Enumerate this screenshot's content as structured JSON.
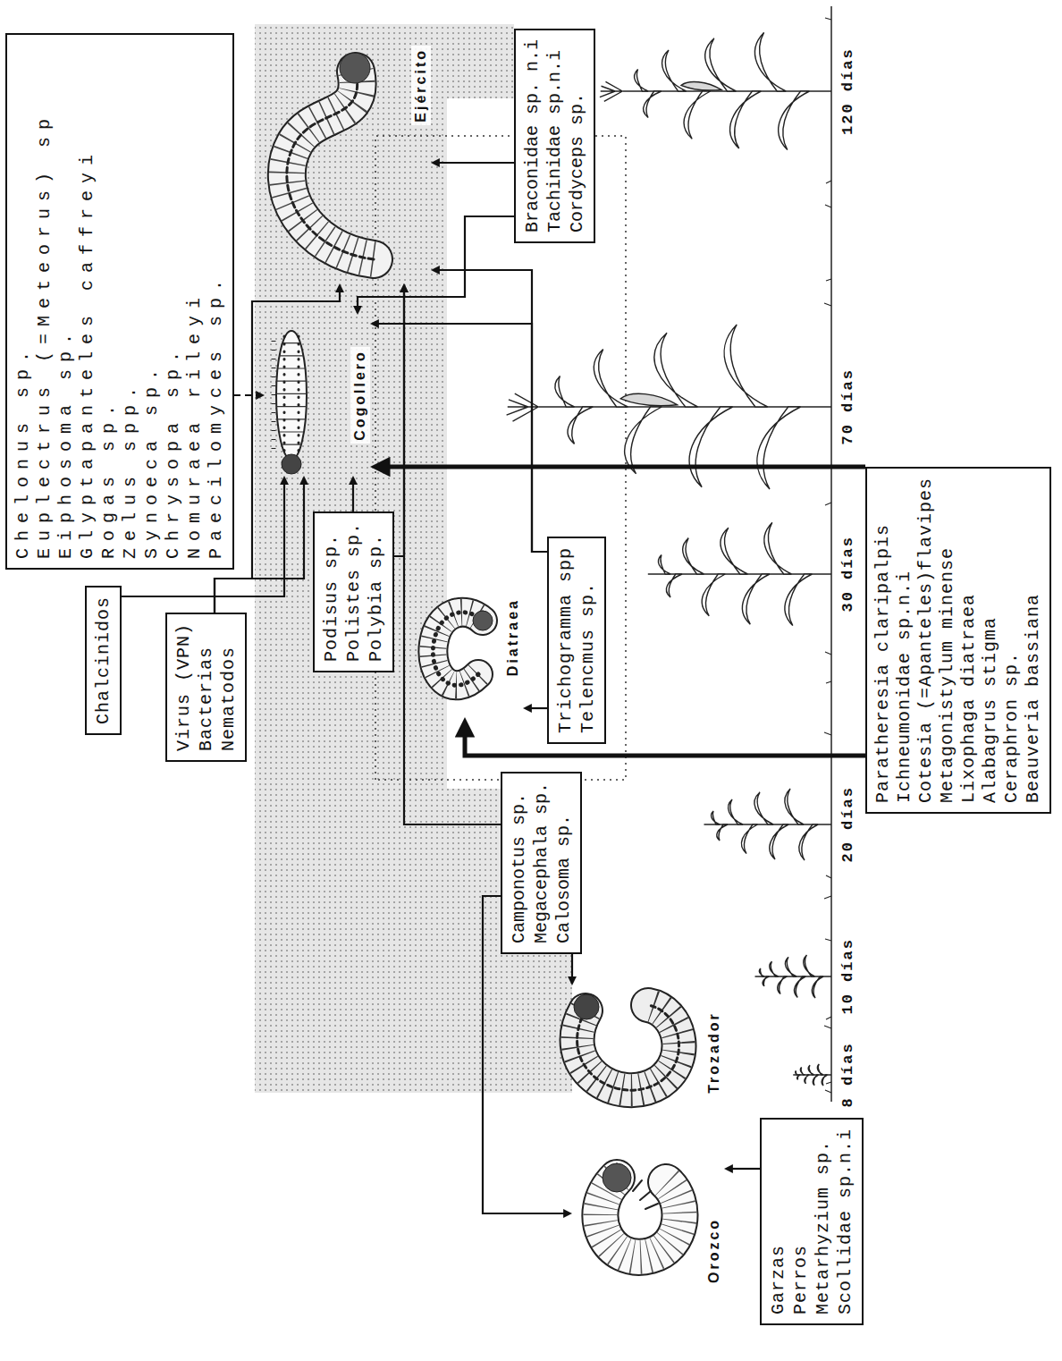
{
  "diagram": {
    "nodes": [
      {
        "text": [
          "Chalcinidos"
        ]
      },
      {
        "text": [
          "Chelonus sp.",
          "Euplectrus (=Meteorus) sp",
          "Eiphosoma sp.",
          "Glyptapanteles caffreyi",
          "Rogas sp.",
          "Zelus spp.",
          "Synoeca sp.",
          "Chrysopa sp.",
          "Nomuraea rileyi",
          "Paecilomyces sp."
        ]
      },
      {
        "text": [
          "Virus (VPN)",
          "Bacterias",
          "Nematodos"
        ]
      },
      {
        "text": [
          "Cogollero"
        ]
      },
      {
        "text": [
          "Ejército"
        ]
      },
      {
        "text": [
          "Podisus sp.",
          "Polistes sp.",
          "Polybia sp."
        ]
      },
      {
        "text": [
          "Diatraea"
        ]
      },
      {
        "text": [
          "Camponotus sp.",
          "Megacephala sp.",
          "Calosoma sp."
        ]
      },
      {
        "text": [
          "Trichogramma spp",
          "Telencmus sp."
        ]
      },
      {
        "text": [
          "Braconidae sp. n.i",
          "Tachinidae sp.n.i",
          "Cordyceps sp."
        ]
      },
      {
        "text": [
          "Orozco"
        ]
      },
      {
        "text": [
          "Trozador"
        ]
      },
      {
        "text": [
          "Garzas",
          "Perros",
          "Metarhyzium sp.",
          "Scollidae sp.n.i"
        ]
      },
      {
        "text": [
          "Paratheresia claripalpis",
          "Ichneumonidae sp.n.i",
          "Cotesia (=Apanteles)flavipes",
          "Metagonistylum minense",
          "Lixophaga diatraea",
          "Alabagrus stigma",
          "Ceraphron sp.",
          "Beauveria bassiana"
        ]
      }
    ],
    "edges": [
      {
        "from": 0,
        "to": 3,
        "arrow": "to"
      },
      {
        "from": 1,
        "to": 3,
        "arrow": "to"
      },
      {
        "from": 2,
        "to": 3,
        "arrow": "to"
      },
      {
        "from": 2,
        "to": 4,
        "arrow": "to"
      },
      {
        "from": 5,
        "to": 3,
        "arrow": "to"
      },
      {
        "from": 5,
        "to": 4,
        "arrow": "to"
      },
      {
        "from": 9,
        "to": 3,
        "arrow": "to"
      },
      {
        "from": 9,
        "to": 4,
        "arrow": "to"
      },
      {
        "from": 8,
        "to": 3,
        "arrow": "to"
      },
      {
        "from": 8,
        "to": 4,
        "arrow": "to"
      },
      {
        "from": 8,
        "to": 6,
        "arrow": "to"
      },
      {
        "from": 13,
        "to": 3,
        "arrow": "to"
      },
      {
        "from": 13,
        "to": 6,
        "arrow": "to"
      },
      {
        "from": 7,
        "to": 11,
        "arrow": "to"
      },
      {
        "from": 7,
        "to": 10,
        "arrow": "to"
      },
      {
        "from": 7,
        "to": 4,
        "arrow": "to"
      },
      {
        "from": 12,
        "to": 10,
        "arrow": "to"
      }
    ],
    "labels": [
      "8 días",
      "10 días",
      "20 días",
      "30 días",
      "70 días",
      "120 días"
    ]
  }
}
